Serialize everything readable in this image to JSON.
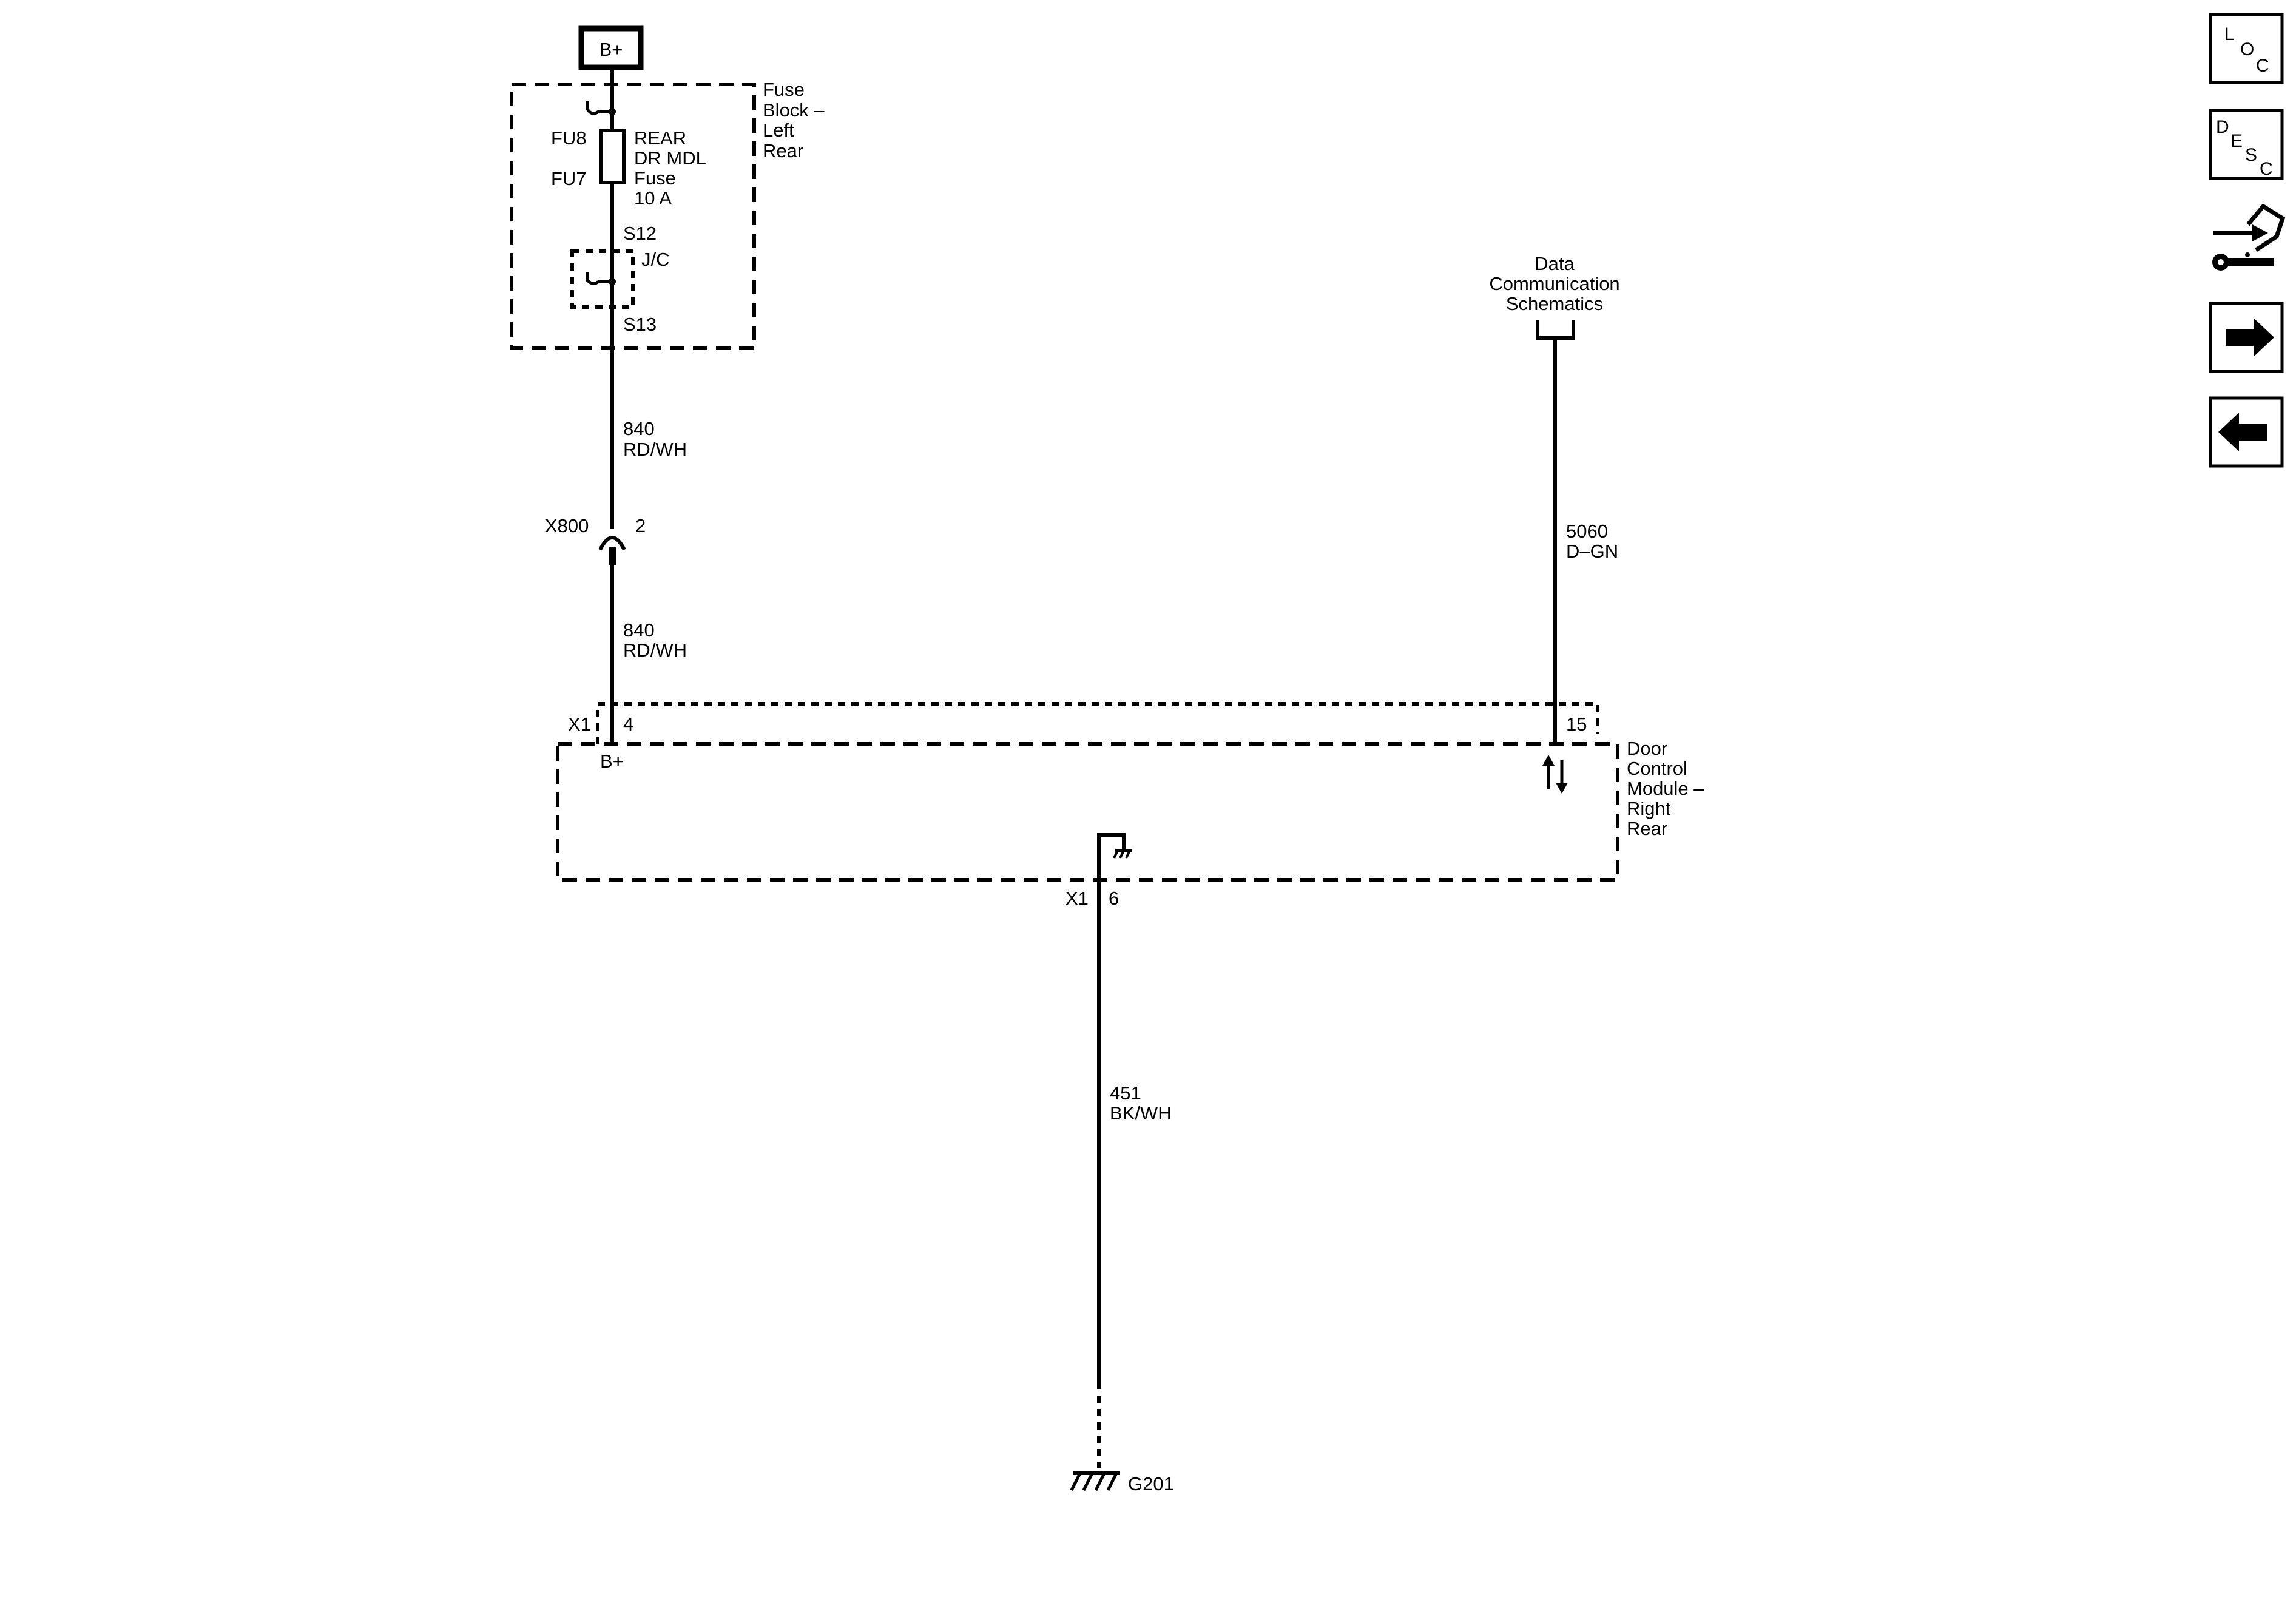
{
  "power": {
    "label": "B+"
  },
  "fuse_block": {
    "name_lines": [
      "Fuse",
      "Block –",
      "Left",
      "Rear"
    ],
    "fuse_top_ref": "FU8",
    "fuse_bottom_ref": "FU7",
    "fuse_name_lines": [
      "REAR",
      "DR MDL",
      "Fuse",
      "10 A"
    ],
    "splice_top": "S12",
    "splice_bottom": "S13",
    "jc_label": "J/C"
  },
  "wire_power_upper": {
    "circuit": "840",
    "color": "RD/WH"
  },
  "inline_connector": {
    "name": "X800",
    "pin": "2"
  },
  "wire_power_lower": {
    "circuit": "840",
    "color": "RD/WH"
  },
  "data_link": {
    "name_lines": [
      "Data",
      "Communication",
      "Schematics"
    ],
    "circuit": "5060",
    "color": "D–GN"
  },
  "module": {
    "name_lines": [
      "Door",
      "Control",
      "Module –",
      "Right",
      "Rear"
    ],
    "connector_top": "X1",
    "pin_power": "4",
    "pin_power_label": "B+",
    "pin_data": "15",
    "connector_bottom": "X1",
    "pin_ground": "6"
  },
  "wire_ground": {
    "circuit": "451",
    "color": "BK/WH"
  },
  "ground": {
    "name": "G201"
  },
  "nav": {
    "loc": [
      "L",
      "O",
      "C"
    ],
    "desc": [
      "D",
      "E",
      "S",
      "C"
    ],
    "icons": [
      "connector-repair-icon",
      "next-arrow-icon",
      "previous-arrow-icon"
    ]
  }
}
